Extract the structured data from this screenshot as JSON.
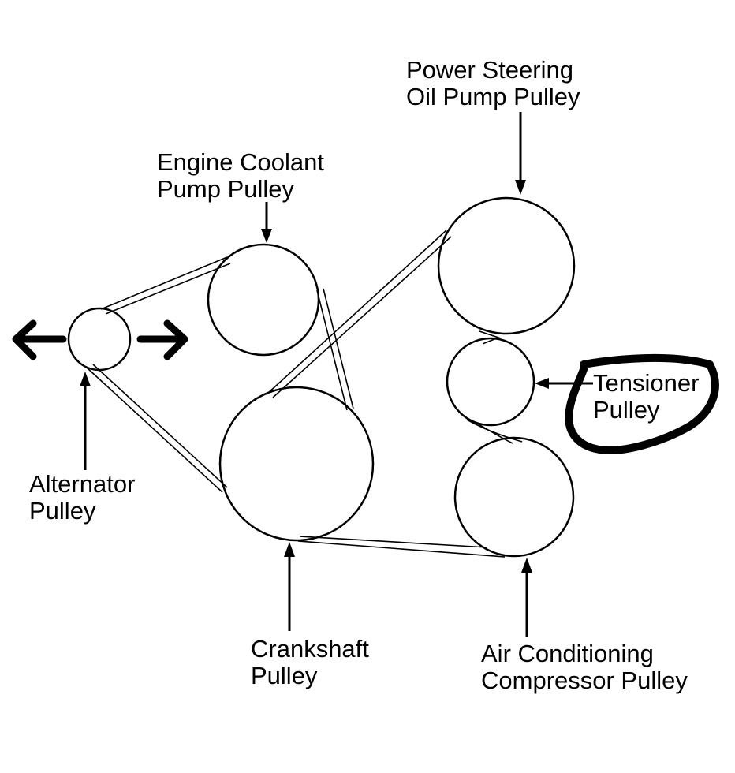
{
  "labels": {
    "power_steering": [
      "Power Steering",
      "Oil Pump Pulley"
    ],
    "engine_coolant": [
      "Engine Coolant",
      "Pump Pulley"
    ],
    "tensioner": [
      "Tensioner",
      "Pulley"
    ],
    "alternator": [
      "Alternator",
      "Pulley"
    ],
    "crankshaft": [
      "Crankshaft",
      "Pulley"
    ],
    "air_conditioning": [
      "Air Conditioning",
      "Compressor Pulley"
    ]
  },
  "colors": {
    "ink": "#000000",
    "background": "#ffffff"
  }
}
